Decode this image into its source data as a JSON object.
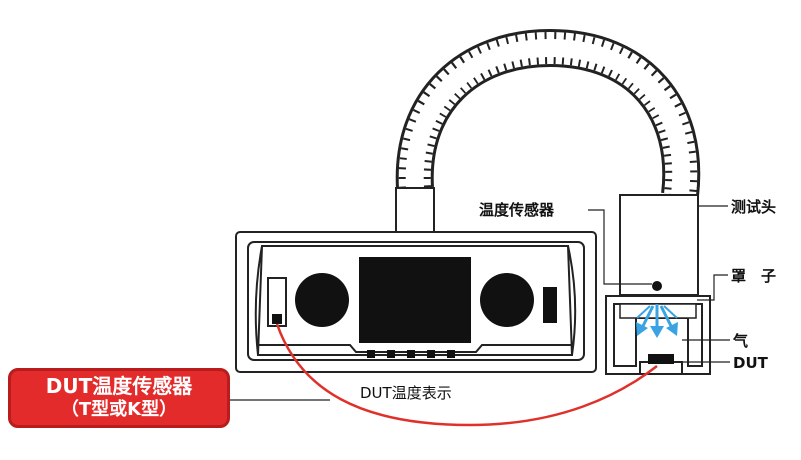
{
  "labels": {
    "temp_sensor": "温度传感器",
    "test_head": "测试头",
    "hood": "罩　子",
    "gas": "气",
    "dut": "DUT",
    "dut_temp_display": "DUT温度表示"
  },
  "callout": {
    "line1": "DUT温度传感器",
    "line2": "（T型或K型）"
  },
  "colors": {
    "cable": "#e0302a",
    "callout_fill": "#e32b2b",
    "airflow": "#3aa3e3",
    "outline": "#222222"
  }
}
